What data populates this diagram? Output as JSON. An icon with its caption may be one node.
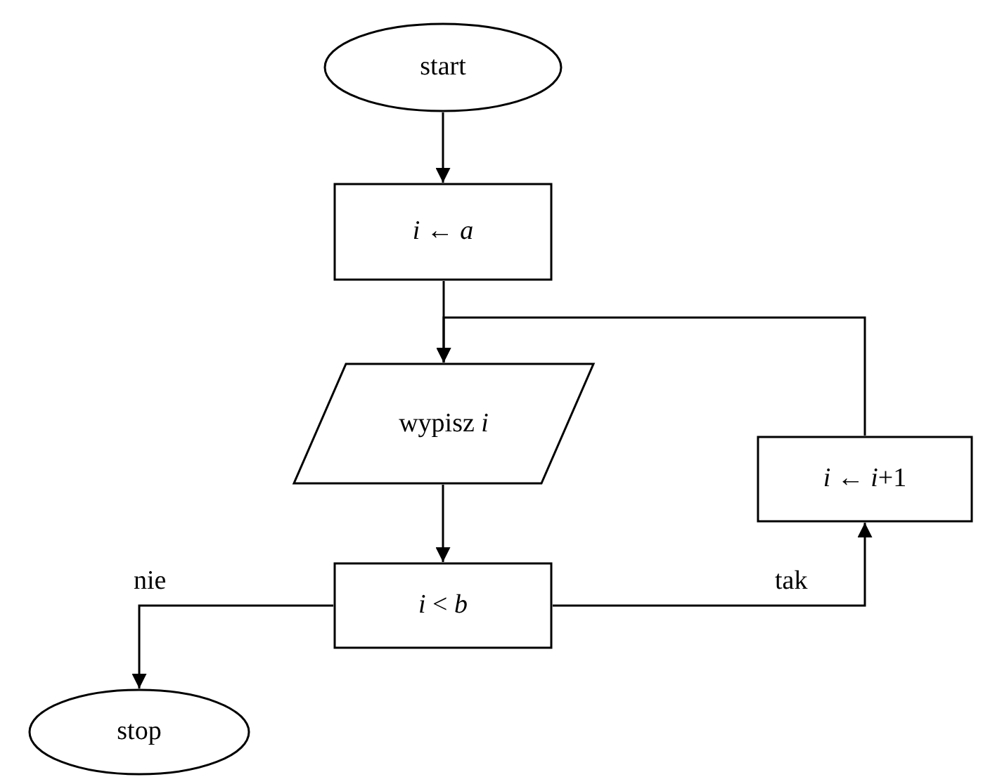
{
  "diagram": {
    "nodes": [
      {
        "text": [
          "start"
        ]
      },
      {
        "text": [
          "*i* ← *a*"
        ]
      },
      {
        "text": [
          "wypisz *i*"
        ]
      },
      {
        "text": [
          "*i* < *b*"
        ]
      },
      {
        "text": [
          "*i* ← *i*+1"
        ]
      },
      {
        "text": [
          "stop"
        ]
      }
    ],
    "edges": [
      {
        "from": 0,
        "to": 1,
        "arrow": "to"
      },
      {
        "from": 1,
        "to": 2,
        "arrow": "to"
      },
      {
        "from": 2,
        "to": 3,
        "arrow": "to"
      },
      {
        "from": 3,
        "to": 4,
        "arrow": "to",
        "label": "tak"
      },
      {
        "from": 4,
        "to": 2,
        "arrow": "to"
      },
      {
        "from": 3,
        "to": 5,
        "arrow": "to",
        "label": "nie"
      }
    ]
  }
}
